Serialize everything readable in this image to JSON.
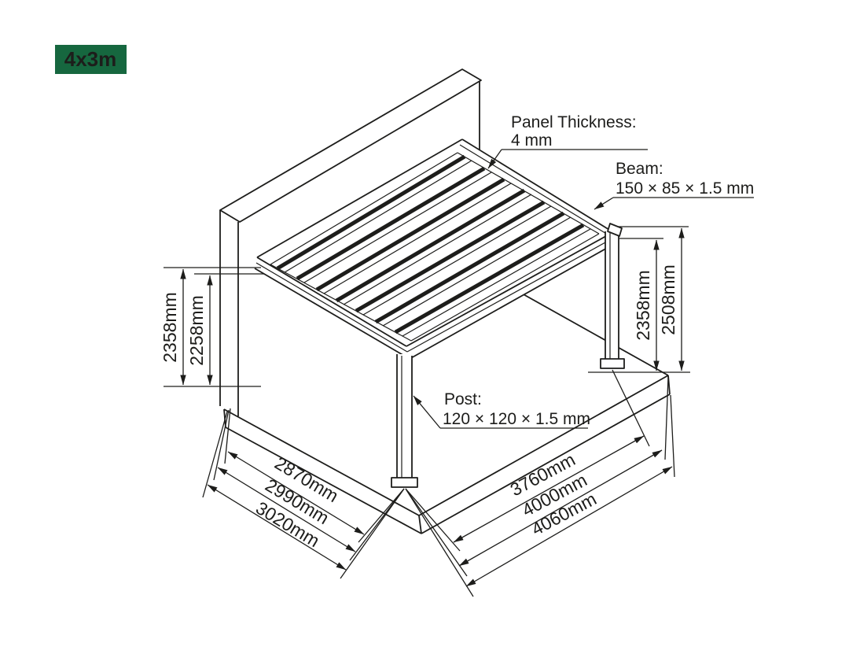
{
  "badge": {
    "label": "4x3m",
    "bg": "#16673F",
    "fg": "#FFFFFF"
  },
  "callouts": {
    "panel_title": "Panel Thickness:",
    "panel_value": "4 mm",
    "beam_title": "Beam:",
    "beam_value": "150 × 85 × 1.5 mm",
    "post_title": "Post:",
    "post_value": "120 × 120 × 1.5 mm"
  },
  "dimensions": {
    "left_outer": "2358mm",
    "left_inner": "2258mm",
    "right_inner": "2358mm",
    "right_outer": "2508mm",
    "depth_inner": "2870mm",
    "depth_mid": "2990mm",
    "depth_outer": "3020mm",
    "width_inner": "3760mm",
    "width_mid": "4000mm",
    "width_outer": "4060mm"
  },
  "line_color": "#1d1d1b"
}
